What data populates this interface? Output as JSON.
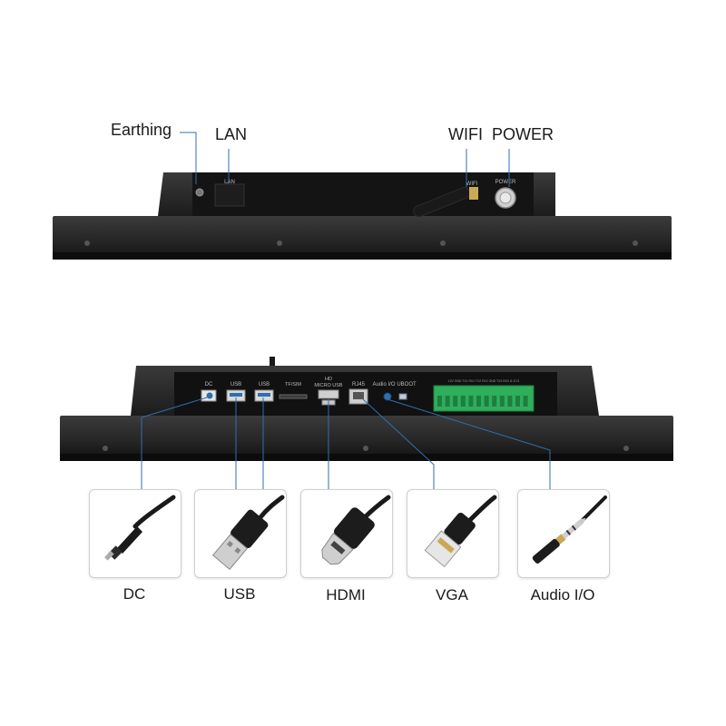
{
  "top_view": {
    "callouts": {
      "earthing": "Earthing",
      "lan": "LAN",
      "wifi": "WIFI",
      "power": "POWER"
    },
    "port_labels": {
      "lan": "LAN",
      "wifi": "WIFI",
      "power": "POWER"
    }
  },
  "bottom_view": {
    "port_labels": {
      "dc": "DC",
      "usb1": "USB",
      "usb2": "USB",
      "tf_sim": "TF/SIM",
      "hd": "HD",
      "micro_usb": "MICRO USB",
      "rj45": "RJ45",
      "audio_io": "Audio I/O",
      "uboot": "UBOOT",
      "terminal": "12V GND TX1 RX1 TX2 RX2 GND TX3 RX3 I1 I2 I3"
    }
  },
  "cables": [
    {
      "id": "dc",
      "label": "DC"
    },
    {
      "id": "usb",
      "label": "USB"
    },
    {
      "id": "hdmi",
      "label": "HDMI"
    },
    {
      "id": "vga",
      "label": "VGA"
    },
    {
      "id": "audio",
      "label": "Audio I/O"
    }
  ],
  "colors": {
    "callout_line": "#2f6fb0",
    "panel_dark": "#2a2a2a",
    "panel_face": "#151515",
    "terminal_green": "#2fae5b"
  }
}
